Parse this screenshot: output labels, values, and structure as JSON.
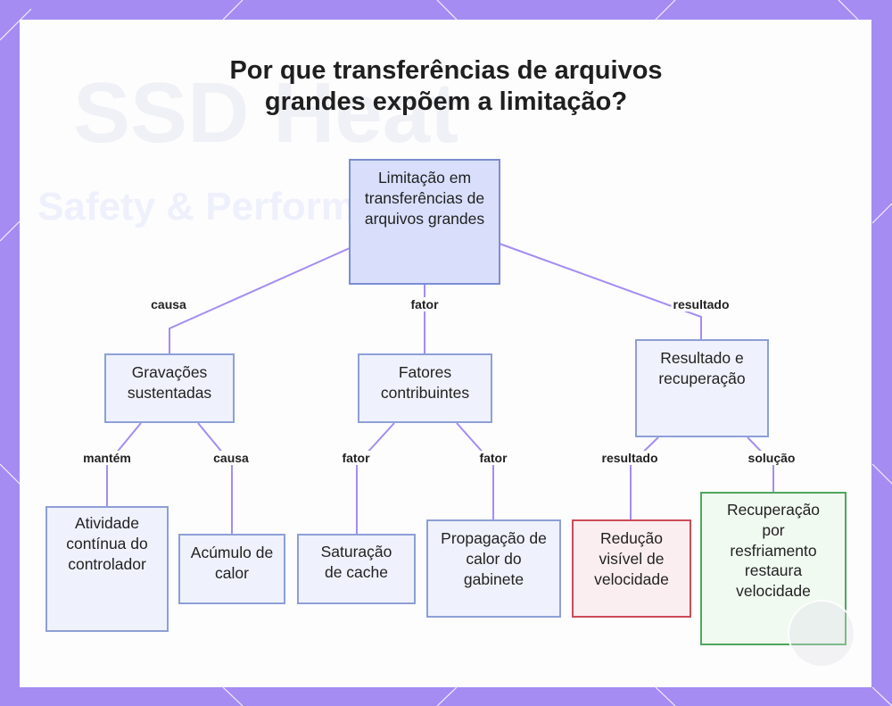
{
  "title_lines": [
    "Por que transferências de arquivos",
    "grandes expõem a limitação?"
  ],
  "nodes": {
    "root": "Limitação em transferências de arquivos grandes",
    "gravacoes": "Gravações sustentadas",
    "fatores": "Fatores contribuintes",
    "resultado": "Resultado e recuperação",
    "atividade": "Atividade contínua do controlador",
    "acumulo": "Acúmulo de calor",
    "saturacao": "Saturação de cache",
    "propagacao": "Propagação de calor do gabinete",
    "reducao": "Redução visível de velocidade",
    "recuperacao": "Recuperação por resfriamento restaura velocidade"
  },
  "edges": {
    "causa_1": "causa",
    "fator_1": "fator",
    "resultado_1": "resultado",
    "mantem": "mantém",
    "causa_2": "causa",
    "fator_2": "fator",
    "fator_3": "fator",
    "resultado_2": "resultado",
    "solucao": "solução"
  },
  "colors": {
    "background": "#a48cf3",
    "node_fill": "#eff2fc",
    "node_border": "#8e9fd7",
    "root_fill": "#d9dffb",
    "edge": "#a48cf3",
    "red_border": "#cc4a58",
    "green_border": "#4ea75c"
  }
}
